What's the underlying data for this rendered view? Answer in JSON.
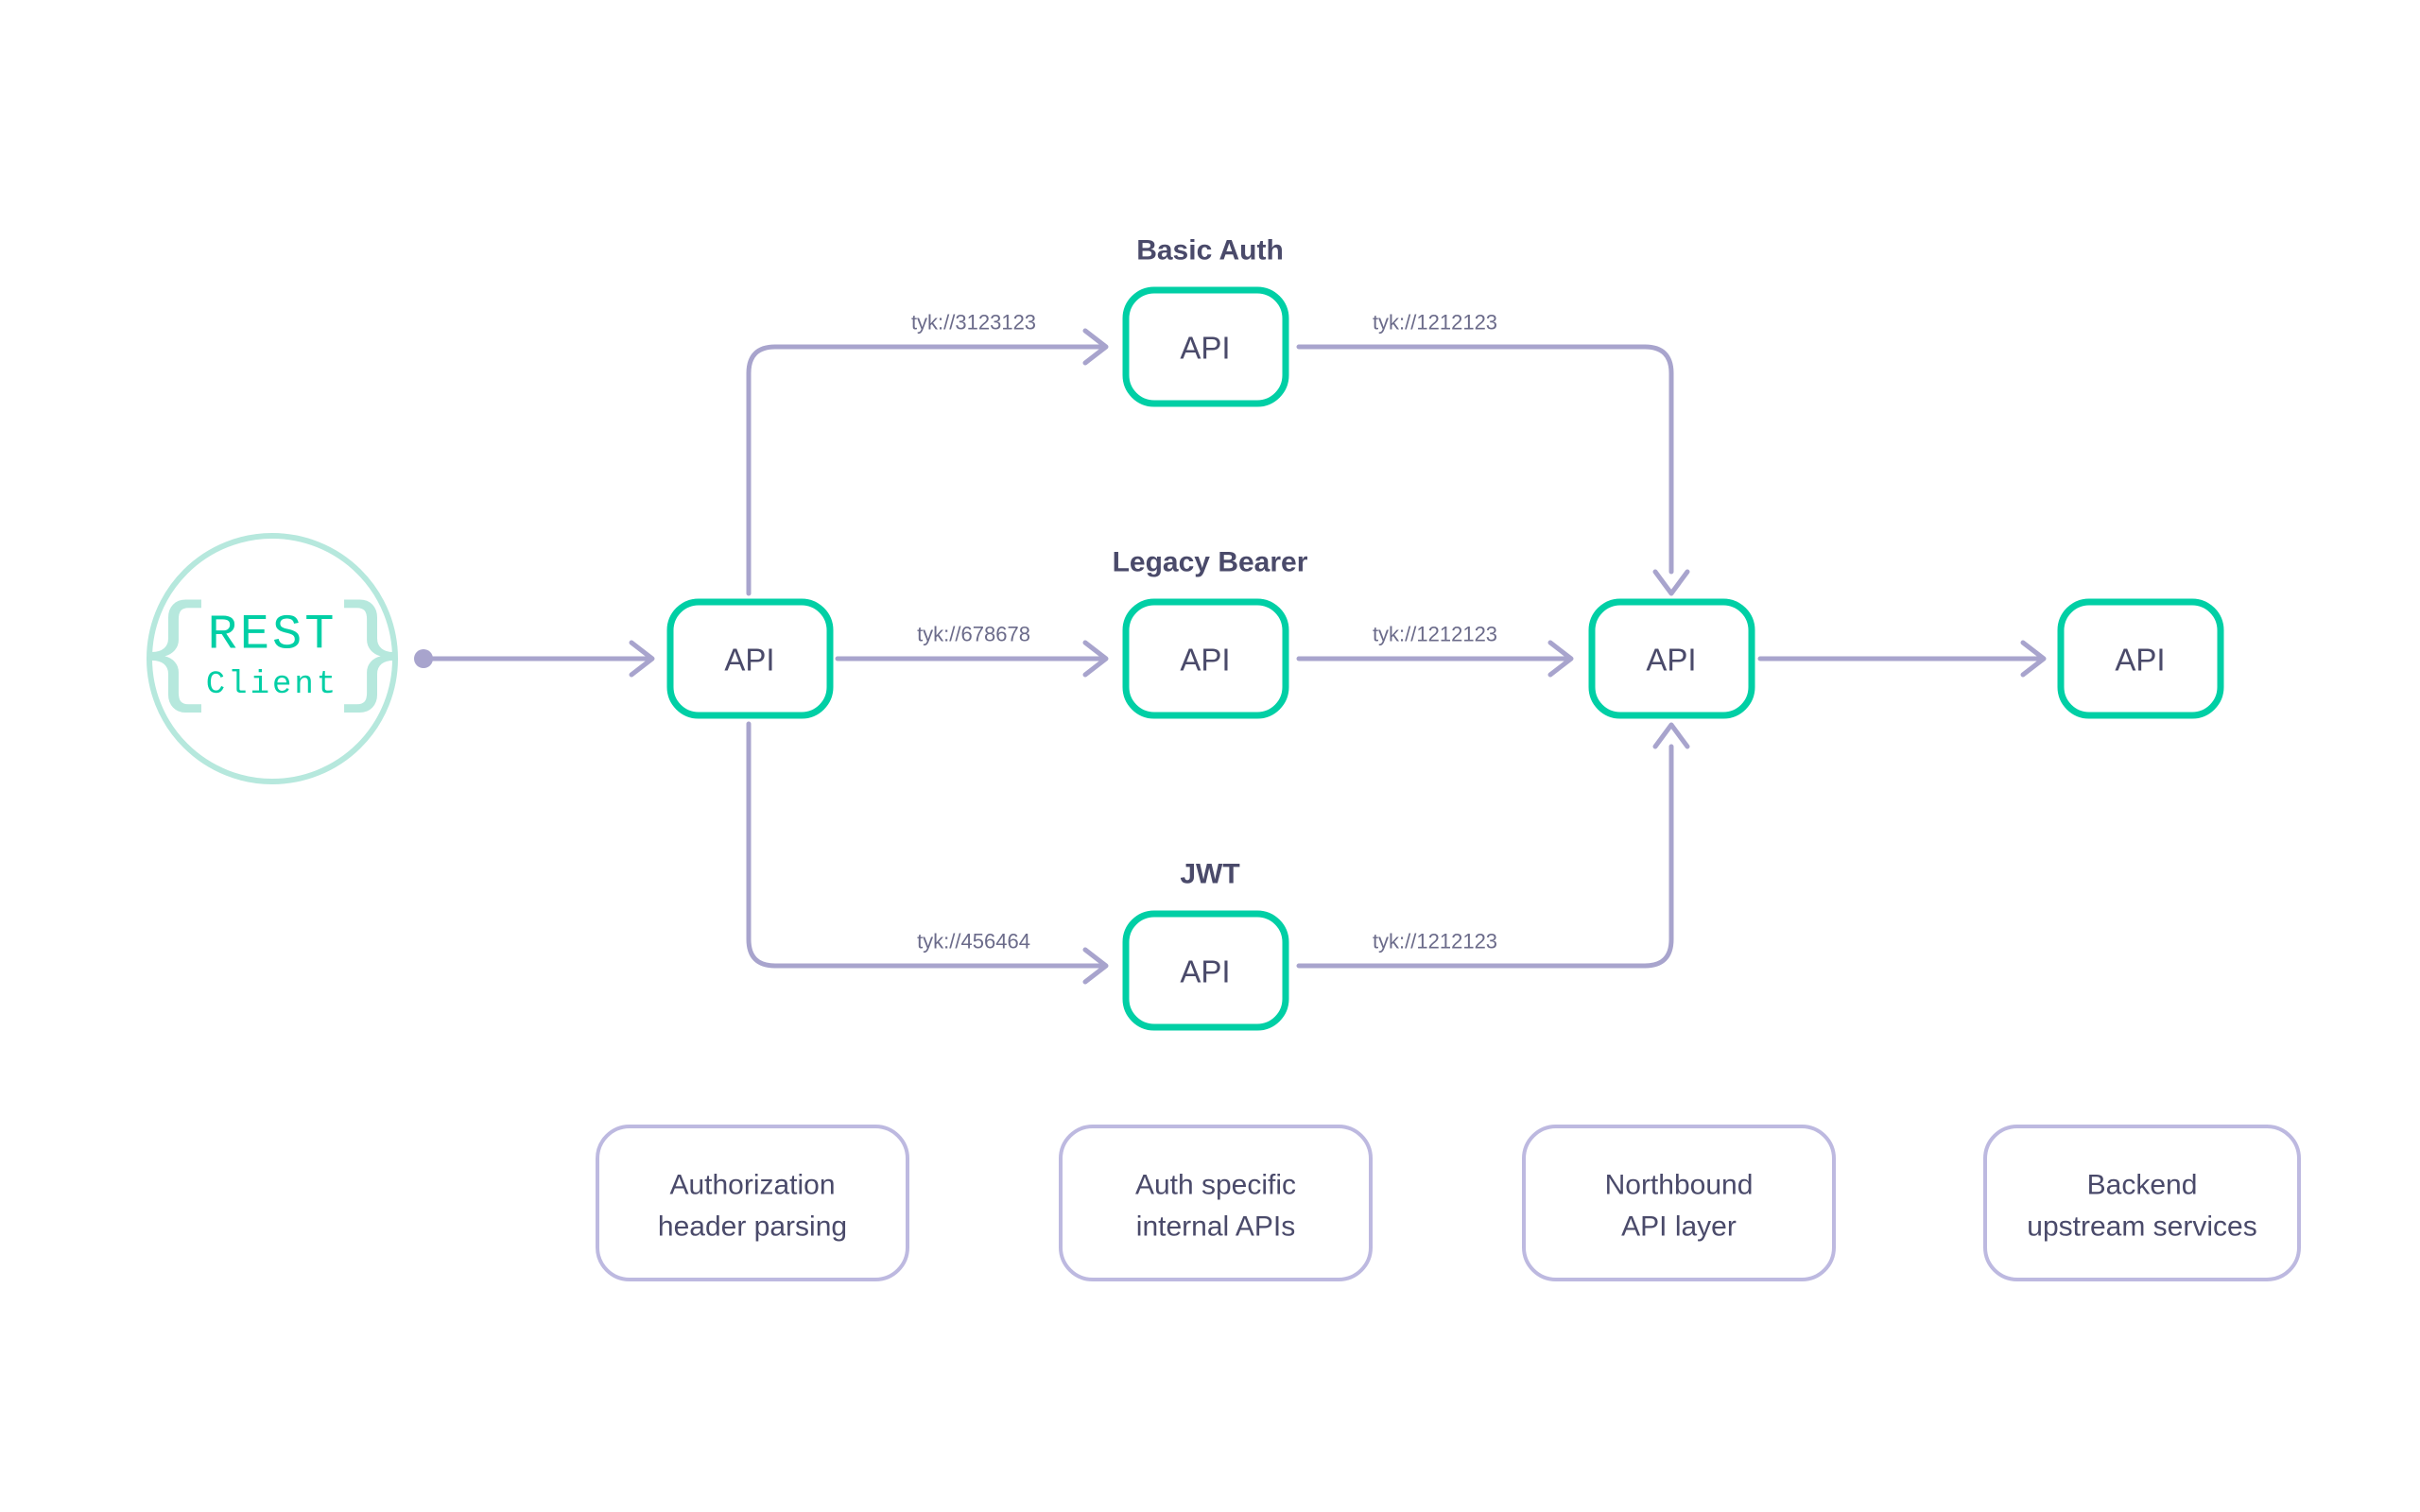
{
  "diagram": {
    "client": {
      "name": "REST",
      "subtitle": "Client",
      "brace_left": "{",
      "brace_right": "}"
    },
    "groups": [
      {
        "id": "basic-auth",
        "title": "Basic Auth"
      },
      {
        "id": "legacy-bearer",
        "title": "Legacy Bearer"
      },
      {
        "id": "jwt",
        "title": "JWT"
      }
    ],
    "nodes": [
      {
        "id": "entry-api",
        "label": "API"
      },
      {
        "id": "basic-auth-api",
        "label": "API"
      },
      {
        "id": "legacy-bearer-api",
        "label": "API"
      },
      {
        "id": "jwt-api",
        "label": "API"
      },
      {
        "id": "northbound-api",
        "label": "API"
      },
      {
        "id": "backend-api",
        "label": "API"
      }
    ],
    "edges": [
      {
        "id": "entry-to-basic",
        "label": "tyk://3123123"
      },
      {
        "id": "entry-to-legacy",
        "label": "tyk://678678"
      },
      {
        "id": "entry-to-jwt",
        "label": "tyk://456464"
      },
      {
        "id": "basic-to-northbound",
        "label": "tyk://1212123"
      },
      {
        "id": "legacy-to-northbound",
        "label": "tyk://1212123"
      },
      {
        "id": "jwt-to-northbound",
        "label": "tyk://1212123"
      },
      {
        "id": "client-to-entry",
        "label": ""
      },
      {
        "id": "northbound-to-backend",
        "label": ""
      }
    ],
    "legend": [
      {
        "id": "authorization-header-parsing",
        "line1": "Authorization",
        "line2": "header parsing"
      },
      {
        "id": "auth-specific-internal-apis",
        "line1": "Auth specific",
        "line2": "internal APIs"
      },
      {
        "id": "northbound-api-layer",
        "line1": "Northbound",
        "line2": "API layer"
      },
      {
        "id": "backend-upstream-services",
        "line1": "Backend",
        "line2": "upstream services"
      }
    ],
    "colors": {
      "node_border": "#00cfa5",
      "edge": "#a8a4cd",
      "legend_border": "#bdb9e0",
      "text": "#4a4a6a",
      "edge_label": "#6b6b8a",
      "client_ring": "#b6e8dd",
      "background": "#ffffff"
    }
  }
}
